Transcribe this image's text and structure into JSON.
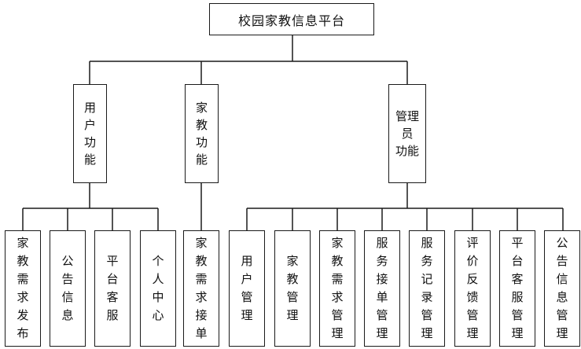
{
  "root": {
    "label": "校园家教信息平台"
  },
  "groups": [
    {
      "label": "用户功能",
      "lines": [
        "用户",
        "功能"
      ],
      "children": [
        "家教需求发布",
        "公告信息",
        "平台客服",
        "个人中心"
      ]
    },
    {
      "label": "家教功能",
      "lines": [
        "家教",
        "功能"
      ],
      "children": [
        "家教需求接单"
      ]
    },
    {
      "label": "管理员功能",
      "lines": [
        "管理员",
        "功能"
      ],
      "children": [
        "用户管理",
        "家教管理",
        "家教需求管理",
        "服务接单管理",
        "服务记录管理",
        "评价反馈管理",
        "平台客服管理",
        "公告信息管理"
      ]
    }
  ]
}
